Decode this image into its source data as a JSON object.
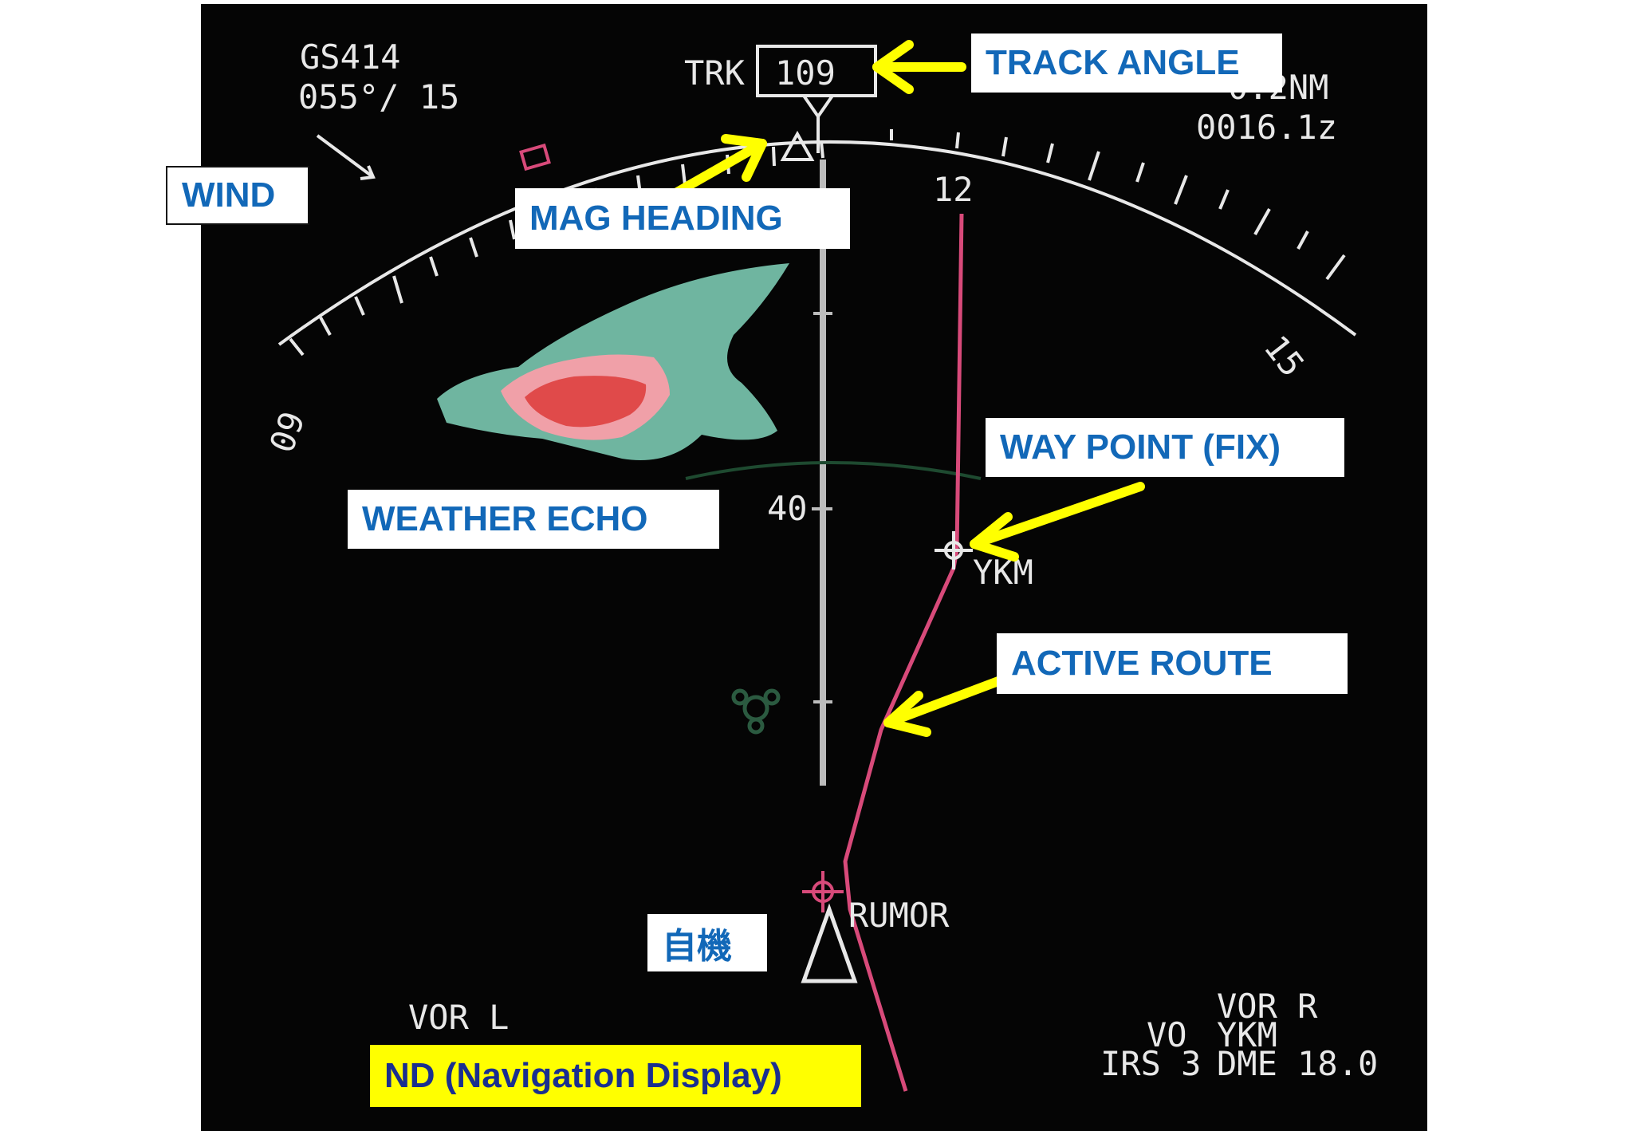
{
  "display": {
    "flight_code": "GS414",
    "wind_readout": "055°/ 15",
    "track_box_value": "109",
    "track_prefix": "TRK",
    "top_right_partial": "0.2NM",
    "time_readout": "0016.1z",
    "heading_scale": {
      "label_12": "12",
      "label_15": "15",
      "label_09": "09"
    },
    "range_mark": "40",
    "waypoint_ident": "YKM",
    "station_ident": "RUMOR",
    "bottom_left_dim": "VOR L",
    "bottom_right_dim": [
      "VOR R",
      "YKM",
      "DME 18.0"
    ],
    "bottom_right_left_col": [
      "VO",
      "IRS 3"
    ]
  },
  "annotations": {
    "track_angle": "TRACK ANGLE",
    "wind": "WIND",
    "mag_heading": "MAG HEADING",
    "way_point": "WAY POINT   (FIX)",
    "weather_echo": "WEATHER  ECHO",
    "active_route": "ACTIVE ROUTE",
    "own_aircraft": "自機",
    "nd_title": "ND (Navigation  Display)"
  },
  "colors": {
    "screen_bg": "#050505",
    "arc_white": "#e8e8e8",
    "route_magenta": "#d84a7a",
    "weather_green": "#6fb5a0",
    "weather_red": "#e04a4a",
    "weather_pink": "#f0a0a8",
    "arrow_yellow": "#ffff00",
    "label_blue": "#1268b8"
  }
}
